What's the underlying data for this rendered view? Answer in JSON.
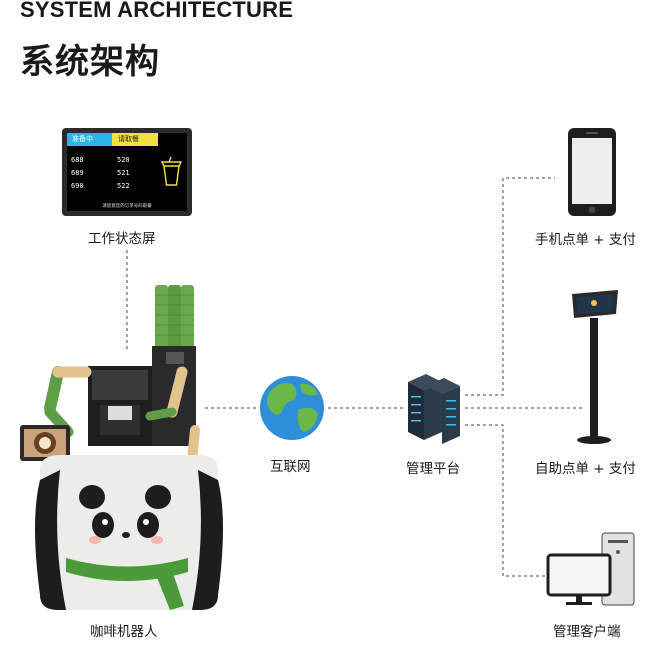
{
  "header": {
    "title_en": "SYSTEM ARCHITECTURE",
    "title_zh": "系统架构"
  },
  "status_screen": {
    "preparing_label": "准备中",
    "pickup_label": "请取餐",
    "preparing_numbers": [
      "688",
      "689",
      "690"
    ],
    "pickup_numbers": [
      "520",
      "521",
      "522"
    ],
    "footer": "请留意您的订单号码取餐"
  },
  "nodes": {
    "status_screen_label": "工作状态屏",
    "coffee_robot_label": "咖啡机器人",
    "internet_label": "互联网",
    "management_platform_label": "管理平台",
    "mobile_order_label": "手机点单 + 支付",
    "self_order_label": "自助点单 + 支付",
    "admin_client_label": "管理客户端"
  },
  "colors": {
    "accent_green": "#4a9a3a",
    "cyan": "#29b6e8",
    "yellow": "#f0e23a"
  }
}
